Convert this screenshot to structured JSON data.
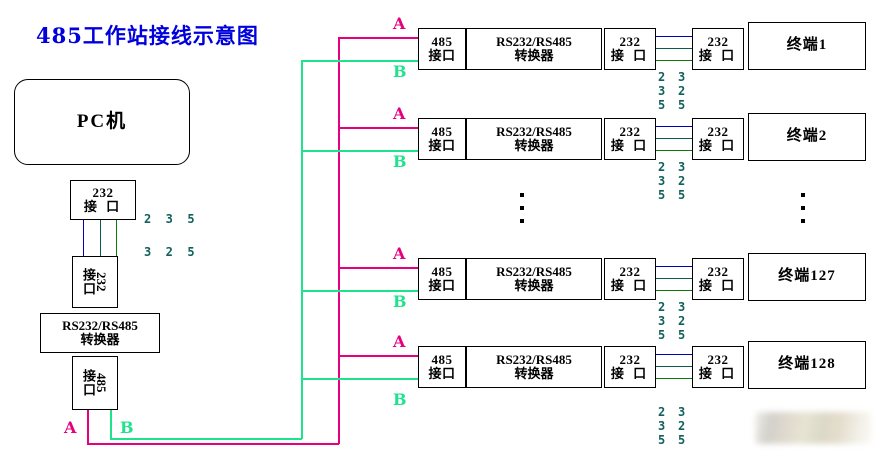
{
  "title": "485工作站接线示意图",
  "colors": {
    "title": "#0000dd",
    "bus_a": "#e6007e",
    "bus_b": "#1fe38c",
    "pin_label": "#11605c",
    "wire_2": "#0000bb",
    "wire_3": "#0b5c4c",
    "wire_5": "#0a7a10",
    "box_border": "#000000",
    "background": "#ffffff"
  },
  "host": {
    "pc_label": "PC机",
    "port232_line1": "232",
    "port232_line2": "接 口",
    "port232_vertical_num": "232",
    "port232_vertical_text": "接口",
    "converter_line1": "RS232/RS485",
    "converter_line2": "转换器",
    "port485_vertical_num": "485",
    "port485_vertical_text": "接口",
    "pins_top": "2  3  5",
    "pins_bottom": "3  2  5",
    "bus_a_label": "A",
    "bus_b_label": "B"
  },
  "branch_common": {
    "port485_line1": "485",
    "port485_line2": "接口",
    "converter_line1": "RS232/RS485",
    "converter_line2": "转换器",
    "port232_line1": "232",
    "port232_line2": "接 口",
    "port232_term_line1": "232",
    "port232_term_line2": "接 口",
    "bus_a_label": "A",
    "bus_b_label": "B",
    "pins_col1": "2\n3\n5",
    "pins_col2": "3\n2\n5"
  },
  "branches": [
    {
      "terminal": "终端1"
    },
    {
      "terminal": "终端2"
    },
    {
      "terminal": "终端127"
    },
    {
      "terminal": "终端128"
    }
  ],
  "ellipsis": {
    "left_dots": 3,
    "right_dots": 3
  }
}
